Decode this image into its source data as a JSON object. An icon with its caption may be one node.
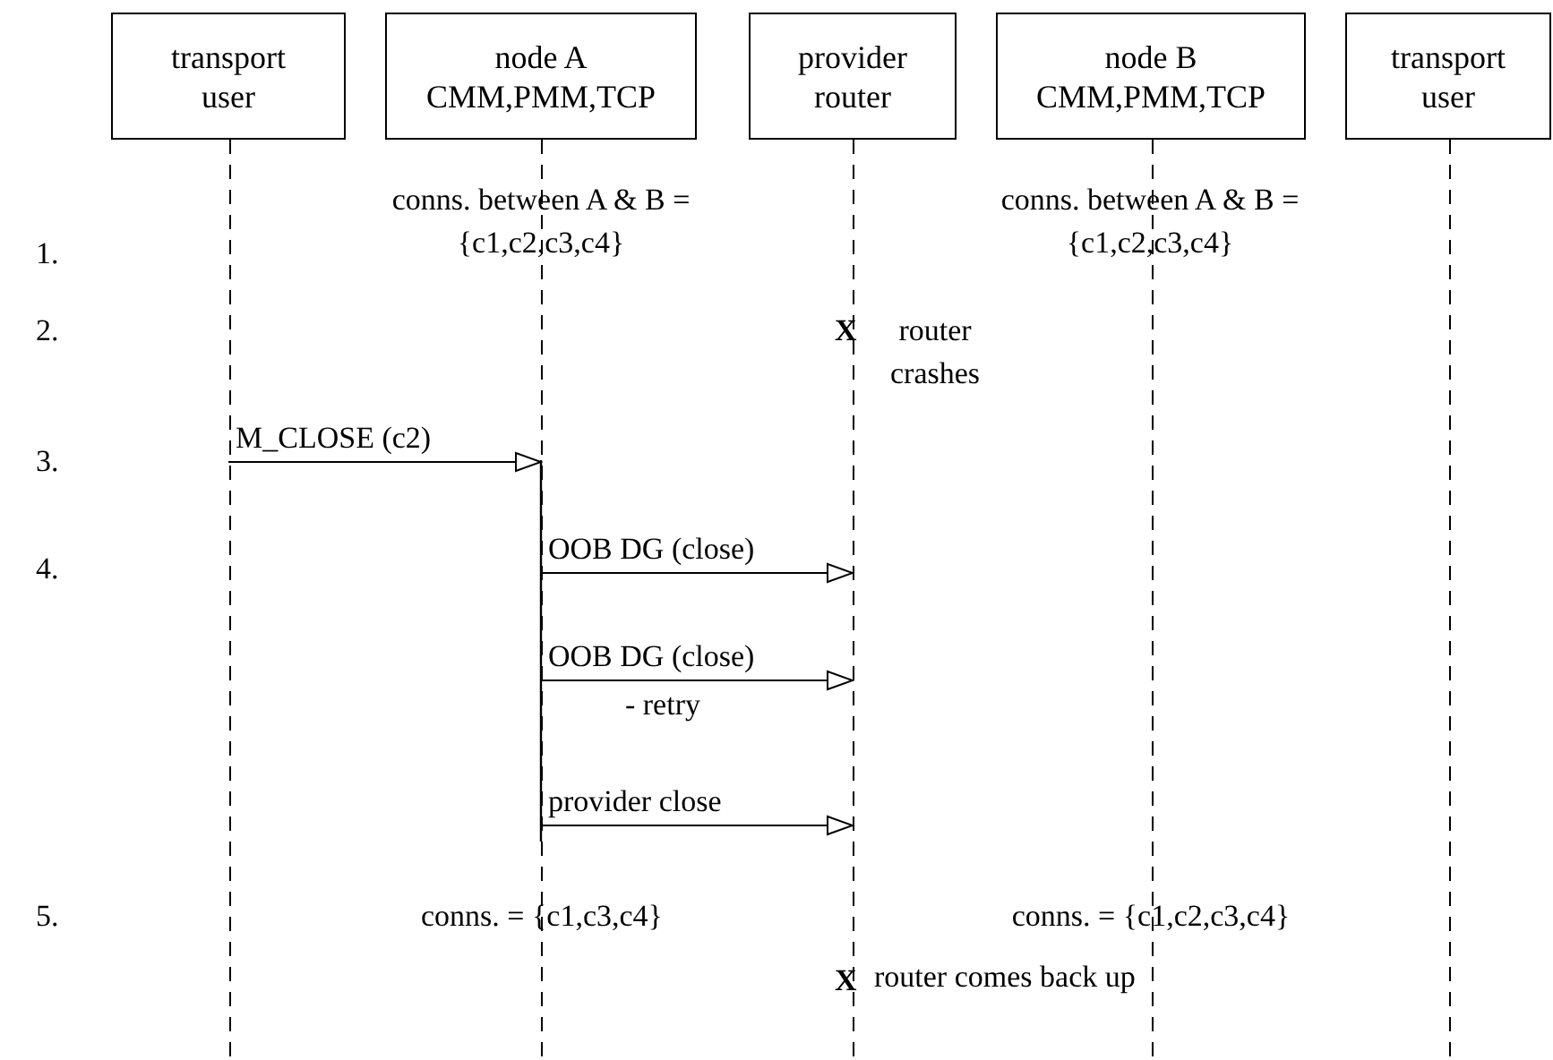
{
  "diagram": {
    "nodes": [
      {
        "text": [
          "transport user"
        ]
      },
      {
        "text": [
          "node A CMM,PMM,TCP"
        ]
      },
      {
        "text": [
          "provider router"
        ]
      },
      {
        "text": [
          "node B CMM,PMM,TCP"
        ]
      },
      {
        "text": [
          "transport user"
        ]
      }
    ],
    "edges": [
      {
        "from": 0,
        "to": 1,
        "arrow": "to",
        "label": "M_CLOSE (c2)"
      },
      {
        "from": 1,
        "to": 2,
        "arrow": "to",
        "label": "OOB DG (close)"
      },
      {
        "from": 1,
        "to": 2,
        "arrow": "to",
        "label": "OOB DG (close)"
      },
      {
        "from": 1,
        "to": 2,
        "arrow": "to",
        "label": "provider close"
      }
    ],
    "labels": [
      "conns. between A & B = {c1,c2,c3,c4}",
      "conns. between A & B = {c1,c2,c3,c4}",
      "1.",
      "2.",
      "X",
      "router crashes",
      "3.",
      "4.",
      "- retry",
      "5.",
      "conns. = {c1,c3,c4}",
      "conns. = {c1,c2,c3,c4}",
      "X",
      "router comes back up"
    ]
  }
}
